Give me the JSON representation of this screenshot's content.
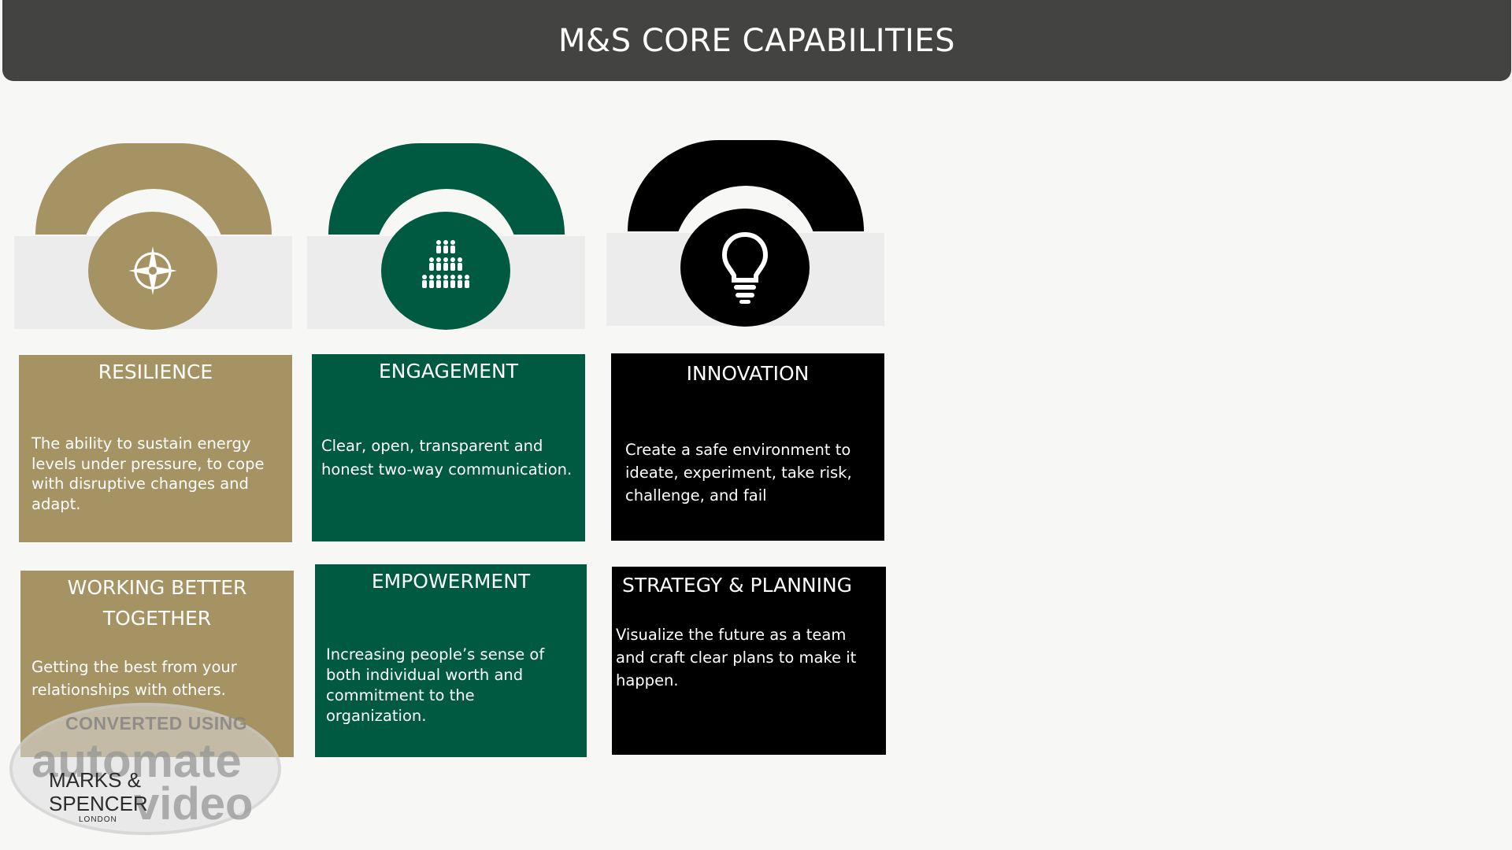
{
  "header": {
    "title": "M&S CORE CAPABILITIES"
  },
  "colors": {
    "gold": "#a69364",
    "green": "#005941",
    "black": "#000000",
    "header": "#434441"
  },
  "icons": [
    "compass-icon",
    "people-group-icon",
    "lightbulb-icon"
  ],
  "cards": [
    {
      "title": "RESILIENCE",
      "body": "The ability to sustain energy levels under pressure, to cope with disruptive changes and adapt."
    },
    {
      "title": "ENGAGEMENT",
      "body": "Clear, open, transparent and honest two-way communication."
    },
    {
      "title": "INNOVATION",
      "body": "Create a safe environment to ideate, experiment, take risk, challenge, and fail"
    },
    {
      "title": "WORKING BETTER TOGETHER",
      "body": "Getting the best from your relationships with others."
    },
    {
      "title": "EMPOWERMENT",
      "body": "Increasing people’s sense of both individual worth and commitment to the organization."
    },
    {
      "title": "STRATEGY & PLANNING",
      "body": "Visualize the future as a team and craft clear plans to make it happen."
    }
  ],
  "watermark": {
    "line1": "CONVERTED USING",
    "line2": "automate",
    "line3": "video"
  },
  "logo": {
    "line1": "MARKS &",
    "line2": "SPENCER",
    "line3": "LONDON"
  }
}
